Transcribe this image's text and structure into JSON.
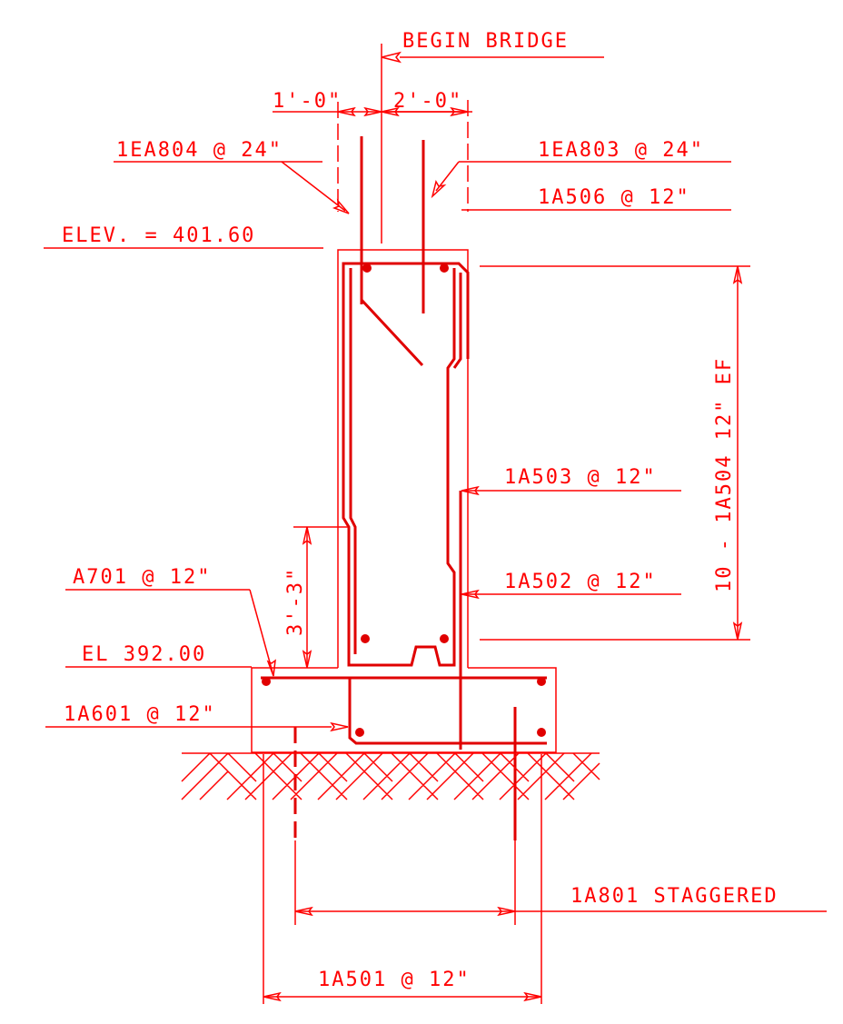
{
  "drawing": {
    "color": "#ff0000",
    "labels": {
      "begin_bridge": "BEGIN BRIDGE",
      "dim_left": "1'-0\"",
      "dim_right": "2'-0\"",
      "iea804": "1EA804 @ 24\"",
      "iea803": "1EA803 @ 24\"",
      "ia506": "1A506 @ 12\"",
      "elev_top": "ELEV. = 401.60",
      "ia504": "10 - 1A504 12\" EF",
      "ia503": "1A503 @ 12\"",
      "ia502": "1A502 @ 12\"",
      "a701": "A701 @ 12\"",
      "dim_33": "3'-3\"",
      "el_bottom": "EL 392.00",
      "ia601": "1A601 @ 12\"",
      "ia801": "1A801 STAGGERED",
      "ia501": "1A501 @ 12\""
    }
  }
}
